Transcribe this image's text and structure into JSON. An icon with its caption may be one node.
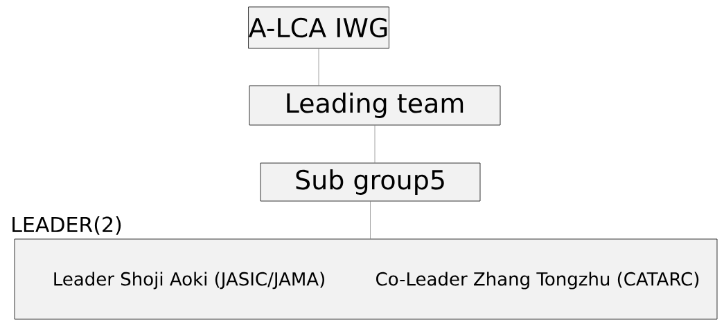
{
  "diagram": {
    "nodes": [
      {
        "text": [
          "A-LCA IWG"
        ]
      },
      {
        "text": [
          "Leading team"
        ]
      },
      {
        "text": [
          "Sub group5"
        ]
      },
      {
        "text": [
          "LEADER(2)",
          "Leader Shoji Aoki (JASIC/JAMA)",
          "Co-Leader Zhang Tongzhu (CATARC)"
        ]
      }
    ],
    "edges": [
      {
        "from": 0,
        "to": 1,
        "arrow": "none"
      },
      {
        "from": 1,
        "to": 2,
        "arrow": "none"
      },
      {
        "from": 2,
        "to": 3,
        "arrow": "none"
      }
    ]
  }
}
